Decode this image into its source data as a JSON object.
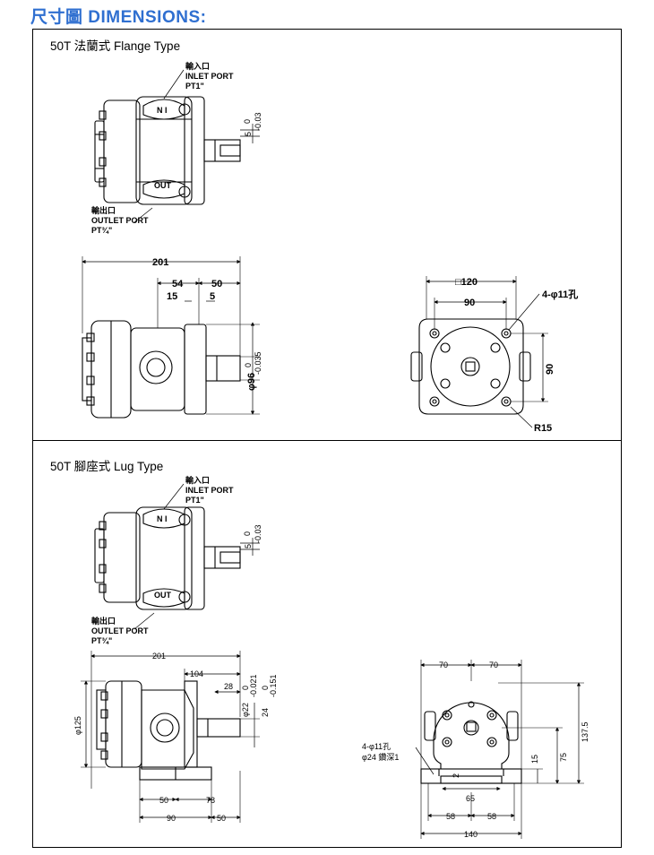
{
  "header": {
    "title": "尺寸圖 DIMENSIONS:"
  },
  "sections": {
    "flange": {
      "title": "50T 法蘭式 Flange Type",
      "inlet": {
        "cn": "輸入口",
        "en": "INLET PORT",
        "size": "PT1\""
      },
      "outlet": {
        "cn": "輸出口",
        "en": "OUTLET PORT",
        "size": "PT¾\""
      },
      "ports": {
        "in": "N I",
        "out": "OUT"
      },
      "top_key_tol": {
        "nominal": "5",
        "upper": "0",
        "lower": "-0.03"
      },
      "side_dims": {
        "overall": "201",
        "d54": "54",
        "d50": "50",
        "d15": "15",
        "d5": "5",
        "shaft_tol": {
          "upper": "0",
          "lower": "-0.035"
        },
        "dia": "φ96"
      },
      "end_dims": {
        "square": "□120",
        "holes": "4-φ11孔",
        "w90": "90",
        "h90": "90",
        "radius": "R15"
      }
    },
    "lug": {
      "title": "50T 腳座式 Lug Type",
      "inlet": {
        "cn": "輸入口",
        "en": "INLET PORT",
        "size": "PT1\""
      },
      "outlet": {
        "cn": "輸出口",
        "en": "OUTLET PORT",
        "size": "PT¾\""
      },
      "ports": {
        "in": "N I",
        "out": "OUT"
      },
      "top_key_tol": {
        "nominal": "5",
        "upper": "0",
        "lower": "-0.03"
      },
      "side_dims": {
        "overall": "201",
        "d104": "104",
        "d28": "28",
        "dia125": "φ125",
        "shaft": "φ22",
        "shaft_tol": {
          "upper": "0",
          "lower": "-0.021"
        },
        "d24": "24",
        "d24_tol": {
          "upper": "0",
          "lower": "-0.151"
        },
        "d50a": "50",
        "d78": "78",
        "d90": "90",
        "d50b": "50"
      },
      "end_dims": {
        "w70a": "70",
        "w70b": "70",
        "h137": "137.5",
        "h75": "75",
        "h15": "15",
        "d2": "2",
        "d65": "65",
        "d58a": "58",
        "d58b": "58",
        "d140": "140",
        "holes": "4-φ11孔",
        "counterbore": "φ24 鑽深1"
      }
    }
  }
}
